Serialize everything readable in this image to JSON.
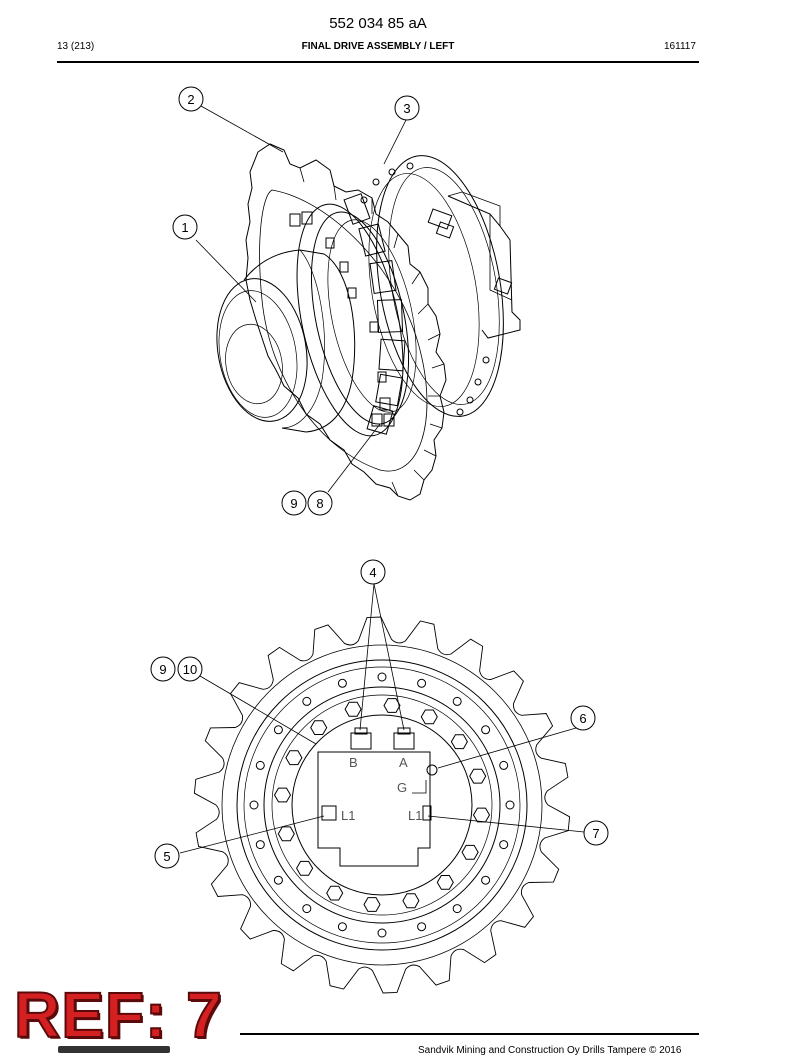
{
  "header": {
    "doc_number": "552 034 85 aA",
    "page_number": "13 (213)",
    "title": "FINAL DRIVE ASSEMBLY / LEFT",
    "date_code": "161117"
  },
  "drawing_top": {
    "callouts": [
      "1",
      "2",
      "3",
      "9",
      "8"
    ]
  },
  "drawing_bottom": {
    "callouts": [
      "4",
      "9",
      "10",
      "6",
      "5",
      "7"
    ],
    "port_labels": [
      "B",
      "A",
      "G",
      "L1",
      "L1"
    ]
  },
  "ref_label": "REF: 7",
  "footer": {
    "copyright": "Sandvik Mining and Construction Oy Drills Tampere © 2016"
  },
  "colors": {
    "ref_red": "#d42020",
    "line": "#000000"
  }
}
